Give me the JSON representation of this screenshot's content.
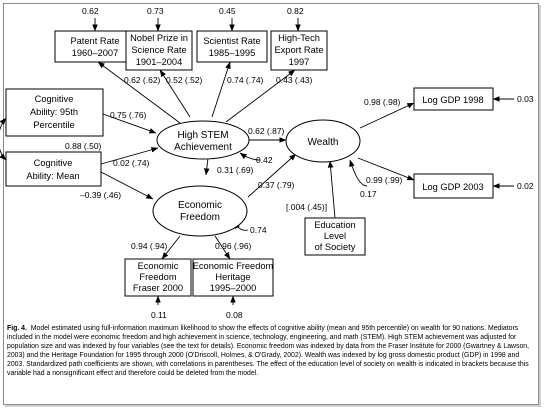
{
  "boxes": {
    "patent": [
      "Patent Rate",
      "1960–2007"
    ],
    "nobel": [
      "Nobel Prize in",
      "Science Rate",
      "1901–2004"
    ],
    "scientist": [
      "Scientist Rate",
      "1985–1995"
    ],
    "hightech": [
      "High-Tech",
      "Export Rate",
      "1997"
    ],
    "cog95": [
      "Cognitive",
      "Ability: 95th",
      "Percentile"
    ],
    "cogmean": [
      "Cognitive",
      "Ability: Mean"
    ],
    "fraser": [
      "Economic",
      "Freedom",
      "Fraser 2000"
    ],
    "heritage": [
      "Economic Freedom",
      "Heritage",
      "1995–2000"
    ],
    "education": [
      "Education",
      "Level",
      "of Society"
    ],
    "gdp1998": [
      "Log GDP 1998"
    ],
    "gdp2003": [
      "Log GDP 2003"
    ]
  },
  "nodes": {
    "stem": [
      "High STEM",
      "Achievement"
    ],
    "freedom": [
      "Economic",
      "Freedom"
    ],
    "wealth": [
      "Wealth"
    ]
  },
  "labels": {
    "patent_err": "0.62",
    "nobel_err": "0.73",
    "scientist_err": "0.45",
    "hightech_err": "0.82",
    "patent_load": "0.62 (.62)",
    "nobel_load": "0.52 (.52)",
    "scientist_load": "0.74 (.74)",
    "hightech_load": "0.43 (.43)",
    "cog95_stem": "0.75 (.76)",
    "cog_corr": "0.88 (.50)",
    "cogmean_stem": "0.02 (.74)",
    "cogmean_freedom": "–0.39 (.46)",
    "stem_wealth": "0.62 (.87)",
    "stem_err": "0.42",
    "stem_freedom": "0.31 (.69)",
    "freedom_wealth": "0.37 (.79)",
    "freedom_err": "0.74",
    "fraser_load": "0.94 (.94)",
    "heritage_load": "0.96 (.96)",
    "fraser_err": "0.11",
    "heritage_err": "0.08",
    "education_path": "[.004 (.45)]",
    "wealth_err": "0.17",
    "gdp1998_load": "0.98 (.98)",
    "gdp2003_load": "0.99 (.99)",
    "gdp1998_err": "0.03",
    "gdp2003_err": "0.02"
  },
  "caption": {
    "figlabel": "Fig. 4.",
    "text": "Model estimated using full-information maximum likelihood to show the effects of cognitive ability (mean and 95th percentile) on wealth for 90 nations. Mediators included in the model were economic freedom and high achievement in science, technology, engineering, and math (STEM). High STEM achievement was adjusted for population size and was indexed by four variables (see the text for details). Economic freedom was indexed by data from the Fraser Institute for 2000 (Gwartney & Lawson, 2003) and the Heritage Foundation for 1995 through 2000 (O'Driscoll, Holmes, & O'Grady, 2002). Wealth was indexed by log gross domestic product (GDP) in 1998 and 2003. Standardized path coefficients are shown, with correlations in parentheses. The effect of the education level of society on wealth is indicated in brackets because this variable had a nonsignificant effect and therefore could be deleted from the model."
  }
}
